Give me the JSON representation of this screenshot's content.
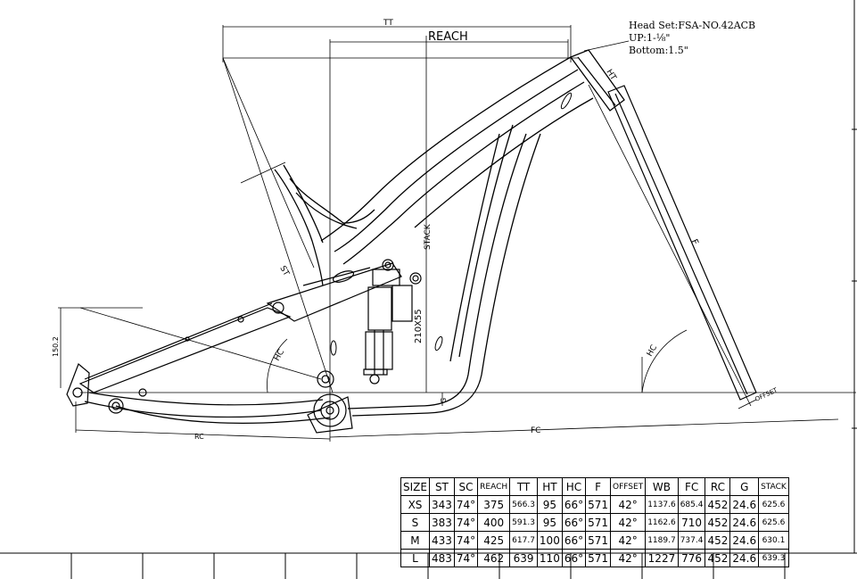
{
  "annotations": {
    "head_set": "Head Set:FSA-NO.42ACB",
    "up": "UP:1-⅛\"",
    "bottom": "Bottom:1.5\""
  },
  "labels": {
    "tt": "TT",
    "reach": "REACH",
    "ht": "HT",
    "stack": "STACK",
    "f": "F",
    "hc_front": "HC",
    "hc_rear": "HC",
    "st": "ST",
    "shock": "210X55",
    "dim150": "150.2",
    "g": "G",
    "offset": "OFFSET",
    "fc": "FC",
    "rc": "RC"
  },
  "table": {
    "headers": [
      "SIZE",
      "ST",
      "SC",
      "REACH",
      "TT",
      "HT",
      "HC",
      "F",
      "OFFSET",
      "WB",
      "FC",
      "RC",
      "G",
      "STACK"
    ],
    "rows": [
      [
        "XS",
        "343",
        "74°",
        "375",
        "566.3",
        "95",
        "66°",
        "571",
        "42°",
        "1137.6",
        "685.4",
        "452",
        "24.6",
        "625.6"
      ],
      [
        "S",
        "383",
        "74°",
        "400",
        "591.3",
        "95",
        "66°",
        "571",
        "42°",
        "1162.6",
        "710",
        "452",
        "24.6",
        "625.6"
      ],
      [
        "M",
        "433",
        "74°",
        "425",
        "617.7",
        "100",
        "66°",
        "571",
        "42°",
        "1189.7",
        "737.4",
        "452",
        "24.6",
        "630.1"
      ],
      [
        "L",
        "483",
        "74°",
        "462",
        "639",
        "110",
        "66°",
        "571",
        "42°",
        "1227",
        "776",
        "452",
        "24.6",
        "639.3"
      ]
    ]
  }
}
